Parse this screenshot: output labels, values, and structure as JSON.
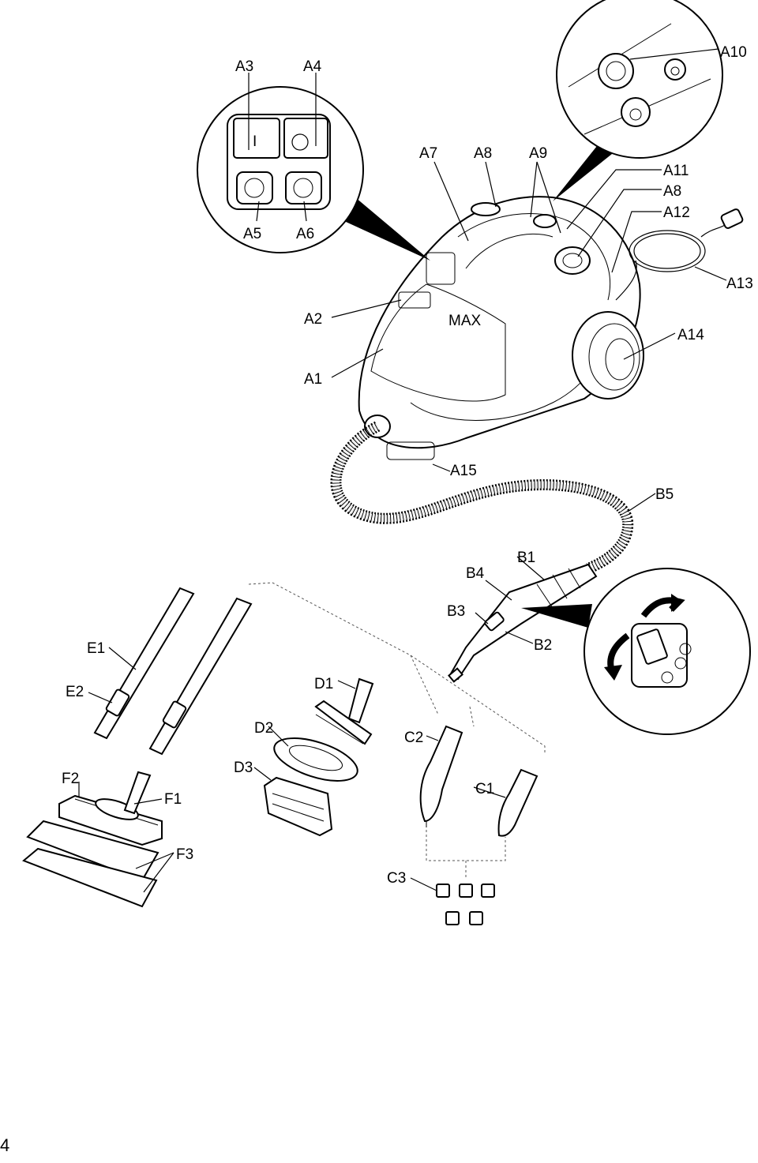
{
  "page_number": "4",
  "labels": {
    "A1": "A1",
    "A2": "A2",
    "A3": "A3",
    "A4": "A4",
    "A5": "A5",
    "A6": "A6",
    "A7": "A7",
    "A8": "A8",
    "A9": "A9",
    "A10": "A10",
    "A11": "A11",
    "A12": "A12",
    "A13": "A13",
    "A14": "A14",
    "A15": "A15",
    "B1": "B1",
    "B2": "B2",
    "B3": "B3",
    "B4": "B4",
    "B5": "B5",
    "C1": "C1",
    "C2": "C2",
    "C3": "C3",
    "D1": "D1",
    "D2": "D2",
    "D3": "D3",
    "E1": "E1",
    "E2": "E2",
    "F1": "F1",
    "F2": "F2",
    "F3": "F3"
  },
  "switch_symbols": {
    "on": "I",
    "off": "O"
  },
  "max_mark": "MAX"
}
